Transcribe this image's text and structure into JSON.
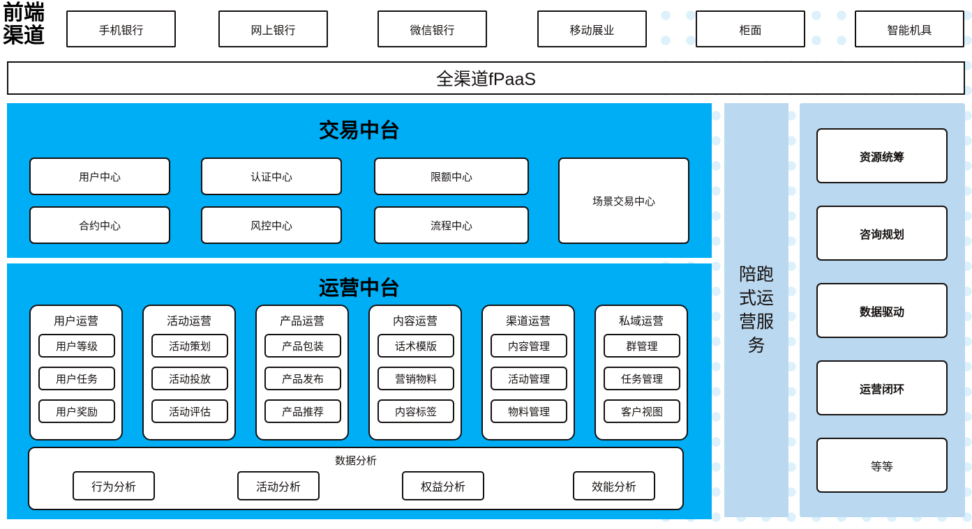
{
  "theme": {
    "accent_cyan": "#00aef5",
    "panel_blue": "#bad8ef",
    "dot_blue": "#dcf1fb",
    "line_black": "#14100f"
  },
  "front_channel": {
    "label": "前端渠道",
    "items": [
      {
        "label": "手机银行"
      },
      {
        "label": "网上银行"
      },
      {
        "label": "微信银行"
      },
      {
        "label": "移动展业"
      },
      {
        "label": "柜面"
      },
      {
        "label": "智能机具"
      }
    ]
  },
  "platform_bar": {
    "label": "全渠道fPaaS"
  },
  "transaction_center": {
    "title": "交易中台",
    "cards_row1": [
      {
        "label": "用户中心"
      },
      {
        "label": "认证中心"
      },
      {
        "label": "限额中心"
      }
    ],
    "cards_row2": [
      {
        "label": "合约中心"
      },
      {
        "label": "风控中心"
      },
      {
        "label": "流程中心"
      }
    ],
    "tall_card": {
      "label": "场景交易中心"
    }
  },
  "operation_center": {
    "title": "运营中台",
    "columns": [
      {
        "title": "用户运营",
        "items": [
          "用户等级",
          "用户任务",
          "用户奖励"
        ]
      },
      {
        "title": "活动运营",
        "items": [
          "活动策划",
          "活动投放",
          "活动评估"
        ]
      },
      {
        "title": "产品运营",
        "items": [
          "产品包装",
          "产品发布",
          "产品推荐"
        ]
      },
      {
        "title": "内容运营",
        "items": [
          "话术模版",
          "营销物料",
          "内容标签"
        ]
      },
      {
        "title": "渠道运营",
        "items": [
          "内容管理",
          "活动管理",
          "物料管理"
        ]
      },
      {
        "title": "私域运营",
        "items": [
          "群管理",
          "任务管理",
          "客户视图"
        ]
      }
    ],
    "data_analysis": {
      "title": "数据分析",
      "items": [
        "行为分析",
        "活动分析",
        "权益分析",
        "效能分析"
      ]
    }
  },
  "service_strip": {
    "label": "陪跑式运营服务"
  },
  "capability_panel": {
    "items": [
      {
        "label": "资源统筹"
      },
      {
        "label": "咨询规划"
      },
      {
        "label": "数据驱动"
      },
      {
        "label": "运营闭环"
      },
      {
        "label": "等等"
      }
    ]
  }
}
